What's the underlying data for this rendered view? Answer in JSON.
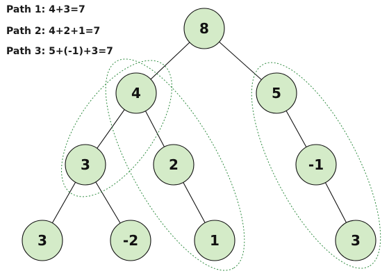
{
  "legend": {
    "path_1": "Path 1: 4+3=7",
    "path_2": "Path 2: 4+2+1=7",
    "path_3": "Path 3: 5+(-1)+3=7"
  },
  "tree": {
    "root": "8",
    "left": "4",
    "right": "5",
    "left_left": "3",
    "left_right": "2",
    "right_left": "-1",
    "left_left_left": "3",
    "left_left_right": "-2",
    "left_right_right": "1",
    "right_left_right": "3"
  },
  "colors": {
    "node_fill": "#d4ebc8",
    "path_highlight": "#2e8b3f"
  }
}
